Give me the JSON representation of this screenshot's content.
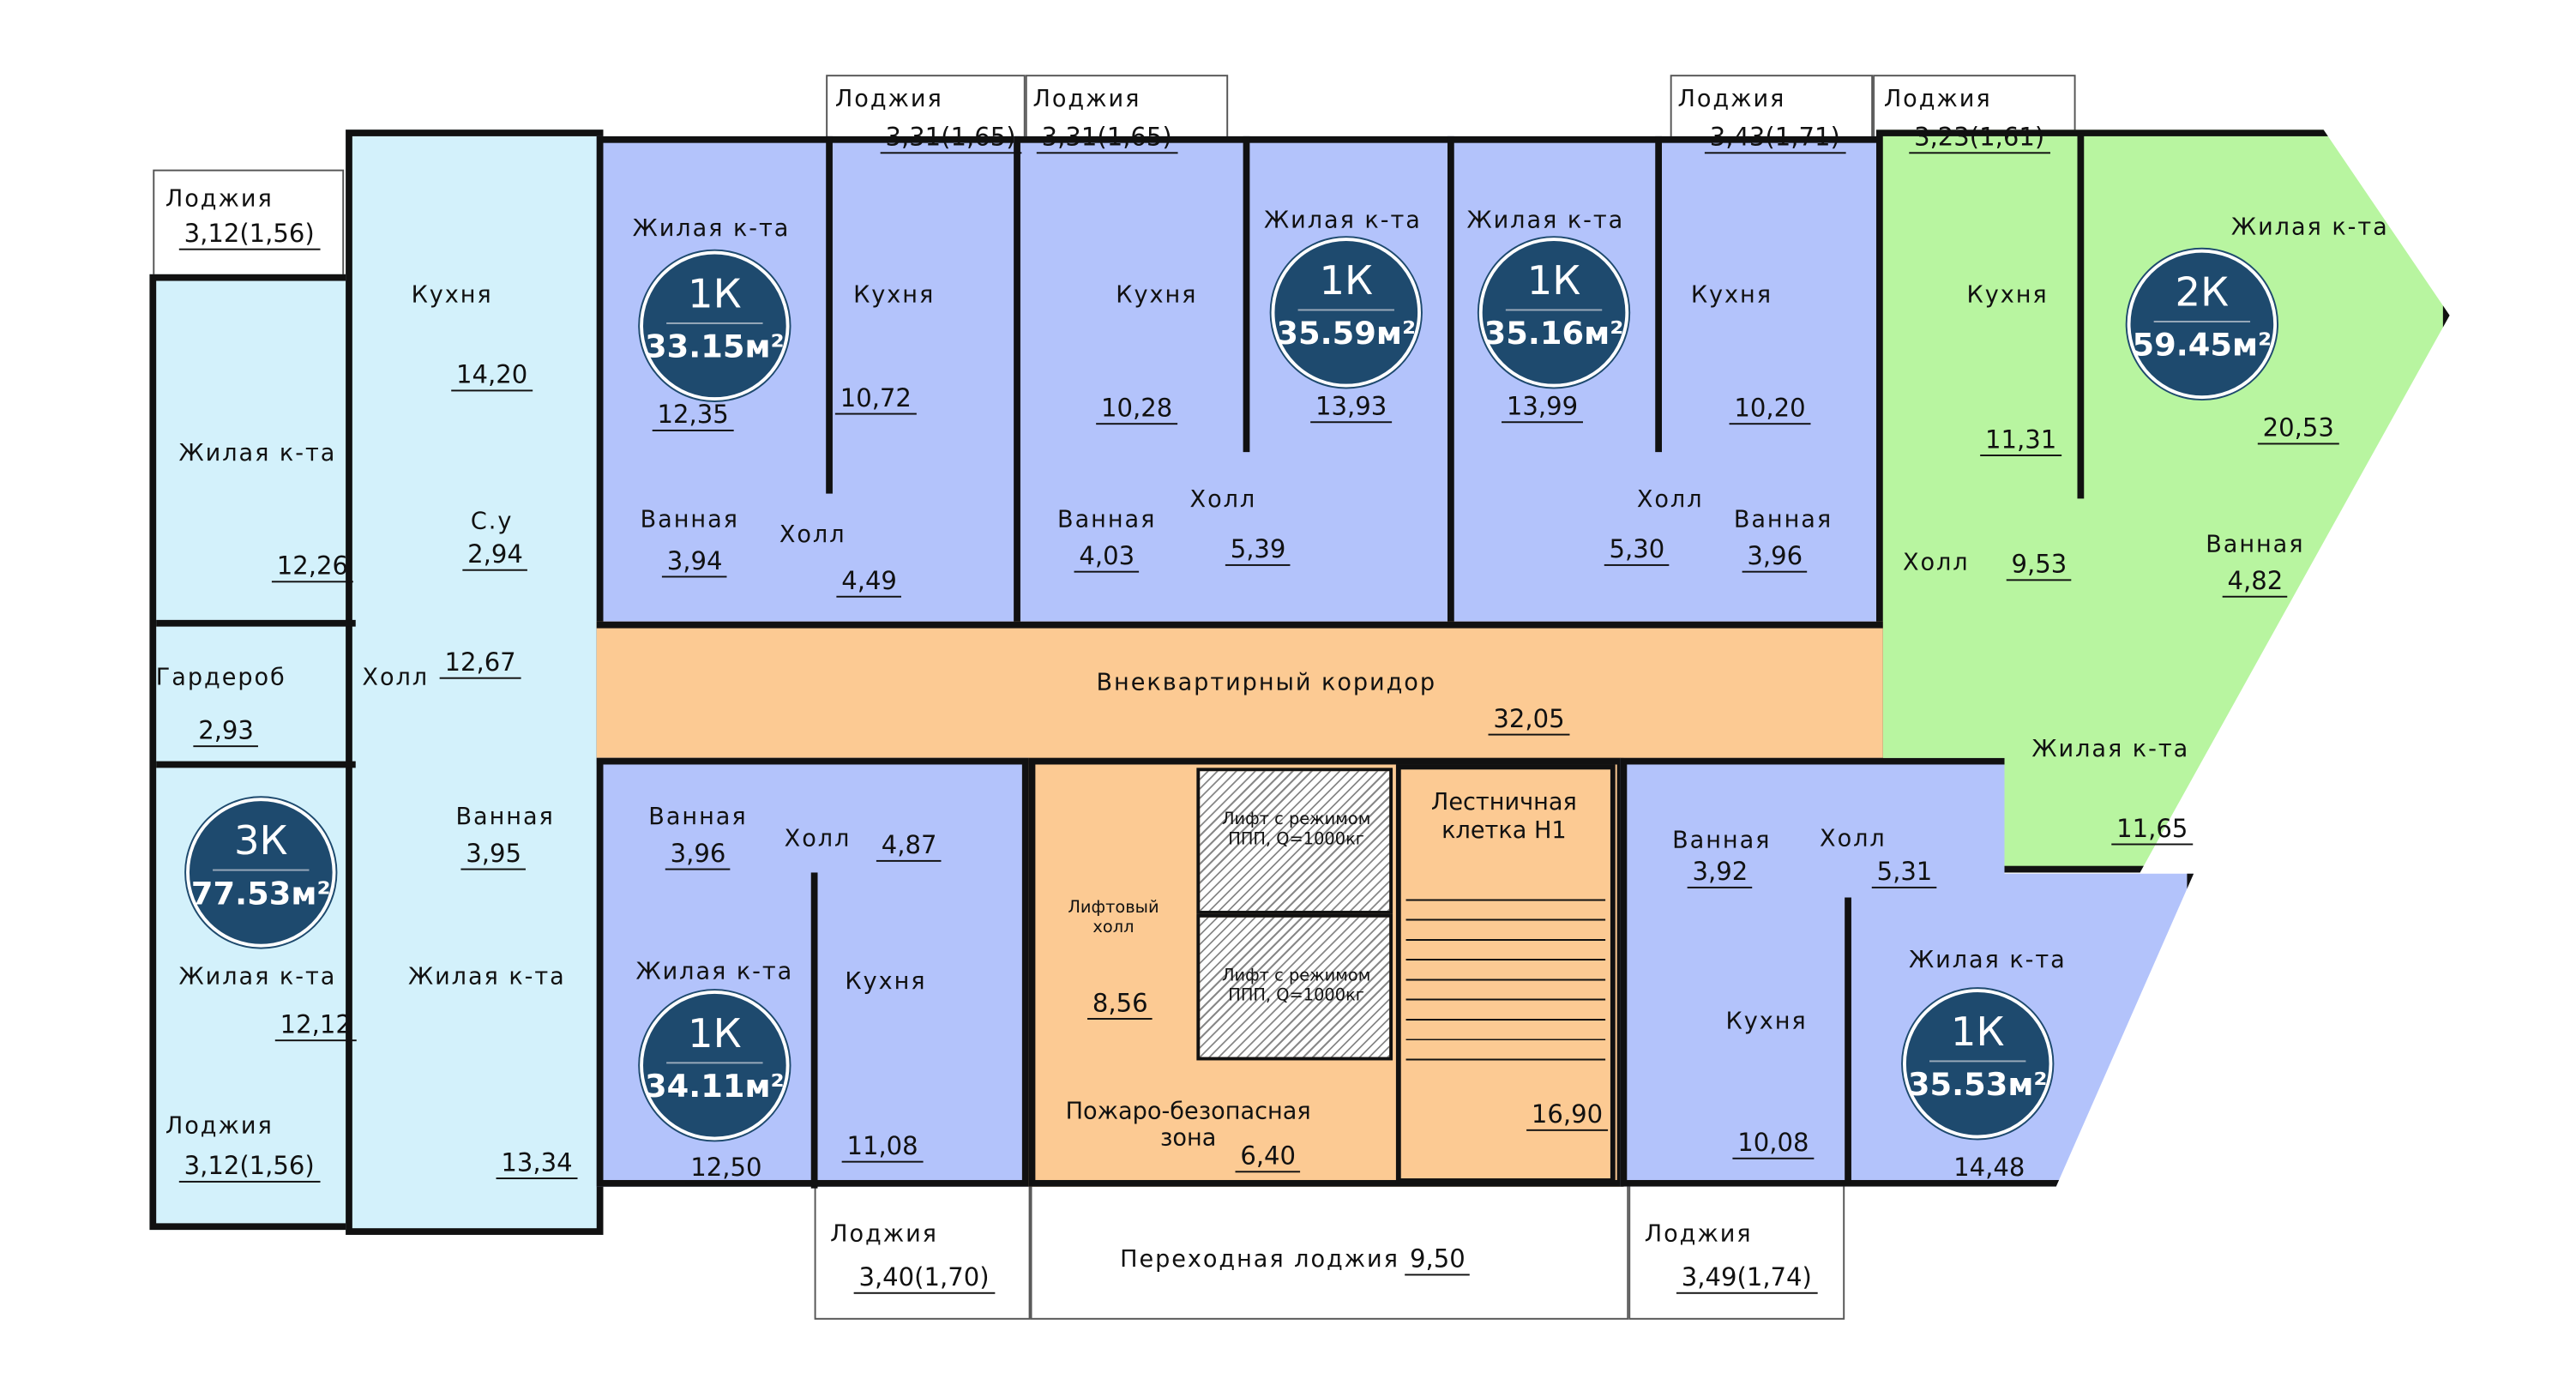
{
  "colors": {
    "three_room": "#d3f1fb",
    "one_room": "#b3c3fb",
    "two_room": "#b8f5a0",
    "common": "#fcca93",
    "badge": "#1e4a6e"
  },
  "loggias": [
    {
      "label": "Лоджия",
      "area": "3,12(1,56)"
    },
    {
      "label": "Лоджия",
      "area": "3,31(1,65)"
    },
    {
      "label": "Лоджия",
      "area": "3,31(1,65)"
    },
    {
      "label": "Лоджия",
      "area": "3,43(1,71)"
    },
    {
      "label": "Лоджия",
      "area": "3,23(1,61)"
    },
    {
      "label": "Лоджия",
      "area": "3,12(1,56)"
    },
    {
      "label": "Лоджия",
      "area": "3,40(1,70)"
    },
    {
      "label": "Лоджия",
      "area": "3,49(1,74)"
    }
  ],
  "apartments": {
    "a3k": {
      "type": "3К",
      "area": "77.53м²",
      "rooms": [
        {
          "name": "Кухня",
          "area": "14,20"
        },
        {
          "name": "Жилая к-та",
          "area": "12,26"
        },
        {
          "name": "С.у",
          "area": "2,94"
        },
        {
          "name": "Холл",
          "area": "12,67"
        },
        {
          "name": "Гардероб",
          "area": "2,93"
        },
        {
          "name": "Ванная",
          "area": "3,95"
        },
        {
          "name": "Жилая к-та",
          "area": "12,12"
        },
        {
          "name": "Жилая к-та",
          "area": "13,34"
        }
      ]
    },
    "a1k_3315": {
      "type": "1К",
      "area": "33.15м²",
      "rooms": [
        {
          "name": "Жилая к-та",
          "area": "12,35"
        },
        {
          "name": "Ванная",
          "area": "3,94"
        },
        {
          "name": "Холл",
          "area": "4,49"
        },
        {
          "name": "Кухня",
          "area": "10,72"
        }
      ]
    },
    "a1k_3559": {
      "type": "1К",
      "area": "35.59м²",
      "rooms": [
        {
          "name": "Кухня",
          "area": "10,28"
        },
        {
          "name": "Ванная",
          "area": "4,03"
        },
        {
          "name": "Холл",
          "area": "5,39"
        },
        {
          "name": "Жилая к-та",
          "area": "13,93"
        }
      ]
    },
    "a1k_3516": {
      "type": "1К",
      "area": "35.16м²",
      "rooms": [
        {
          "name": "Жилая к-та",
          "area": "13,99"
        },
        {
          "name": "Кухня",
          "area": "10,20"
        },
        {
          "name": "Холл",
          "area": "5,30"
        },
        {
          "name": "Ванная",
          "area": "3,96"
        }
      ]
    },
    "a2k": {
      "type": "2К",
      "area": "59.45м²",
      "rooms": [
        {
          "name": "Жилая к-та",
          "area": "20,53"
        },
        {
          "name": "Кухня",
          "area": "11,31"
        },
        {
          "name": "Холл",
          "area": "9,53"
        },
        {
          "name": "Ванная",
          "area": "4,82"
        },
        {
          "name": "Жилая к-та",
          "area": "11,65"
        }
      ]
    },
    "a1k_3411": {
      "type": "1К",
      "area": "34.11м²",
      "rooms": [
        {
          "name": "Ванная",
          "area": "3,96"
        },
        {
          "name": "Холл",
          "area": "4,87"
        },
        {
          "name": "Жилая к-та",
          "area": "12,50"
        },
        {
          "name": "Кухня",
          "area": "11,08"
        }
      ]
    },
    "a1k_3553": {
      "type": "1К",
      "area": "35.53м²",
      "rooms": [
        {
          "name": "Ванная",
          "area": "3,92"
        },
        {
          "name": "Холл",
          "area": "5,31"
        },
        {
          "name": "Жилая к-та",
          "area": "14,48"
        },
        {
          "name": "Кухня",
          "area": "10,08"
        }
      ]
    }
  },
  "common": {
    "corridor": {
      "name": "Внеквартирный коридор",
      "area": "32,05"
    },
    "lift_hall": {
      "name": "Лифтовый холл",
      "area": "8,56"
    },
    "lift1": "Лифт с режимом ППП, Q=1000кг",
    "lift2": "Лифт с режимом ППП, Q=1000кг",
    "stair": {
      "name": "Лестничная клетка Н1",
      "area": "16,90"
    },
    "fire_zone": {
      "name": "Пожаро-безопасная зона",
      "area": "6,40"
    },
    "passage_loggia": {
      "name": "Переходная лоджия",
      "area": "9,50"
    }
  }
}
